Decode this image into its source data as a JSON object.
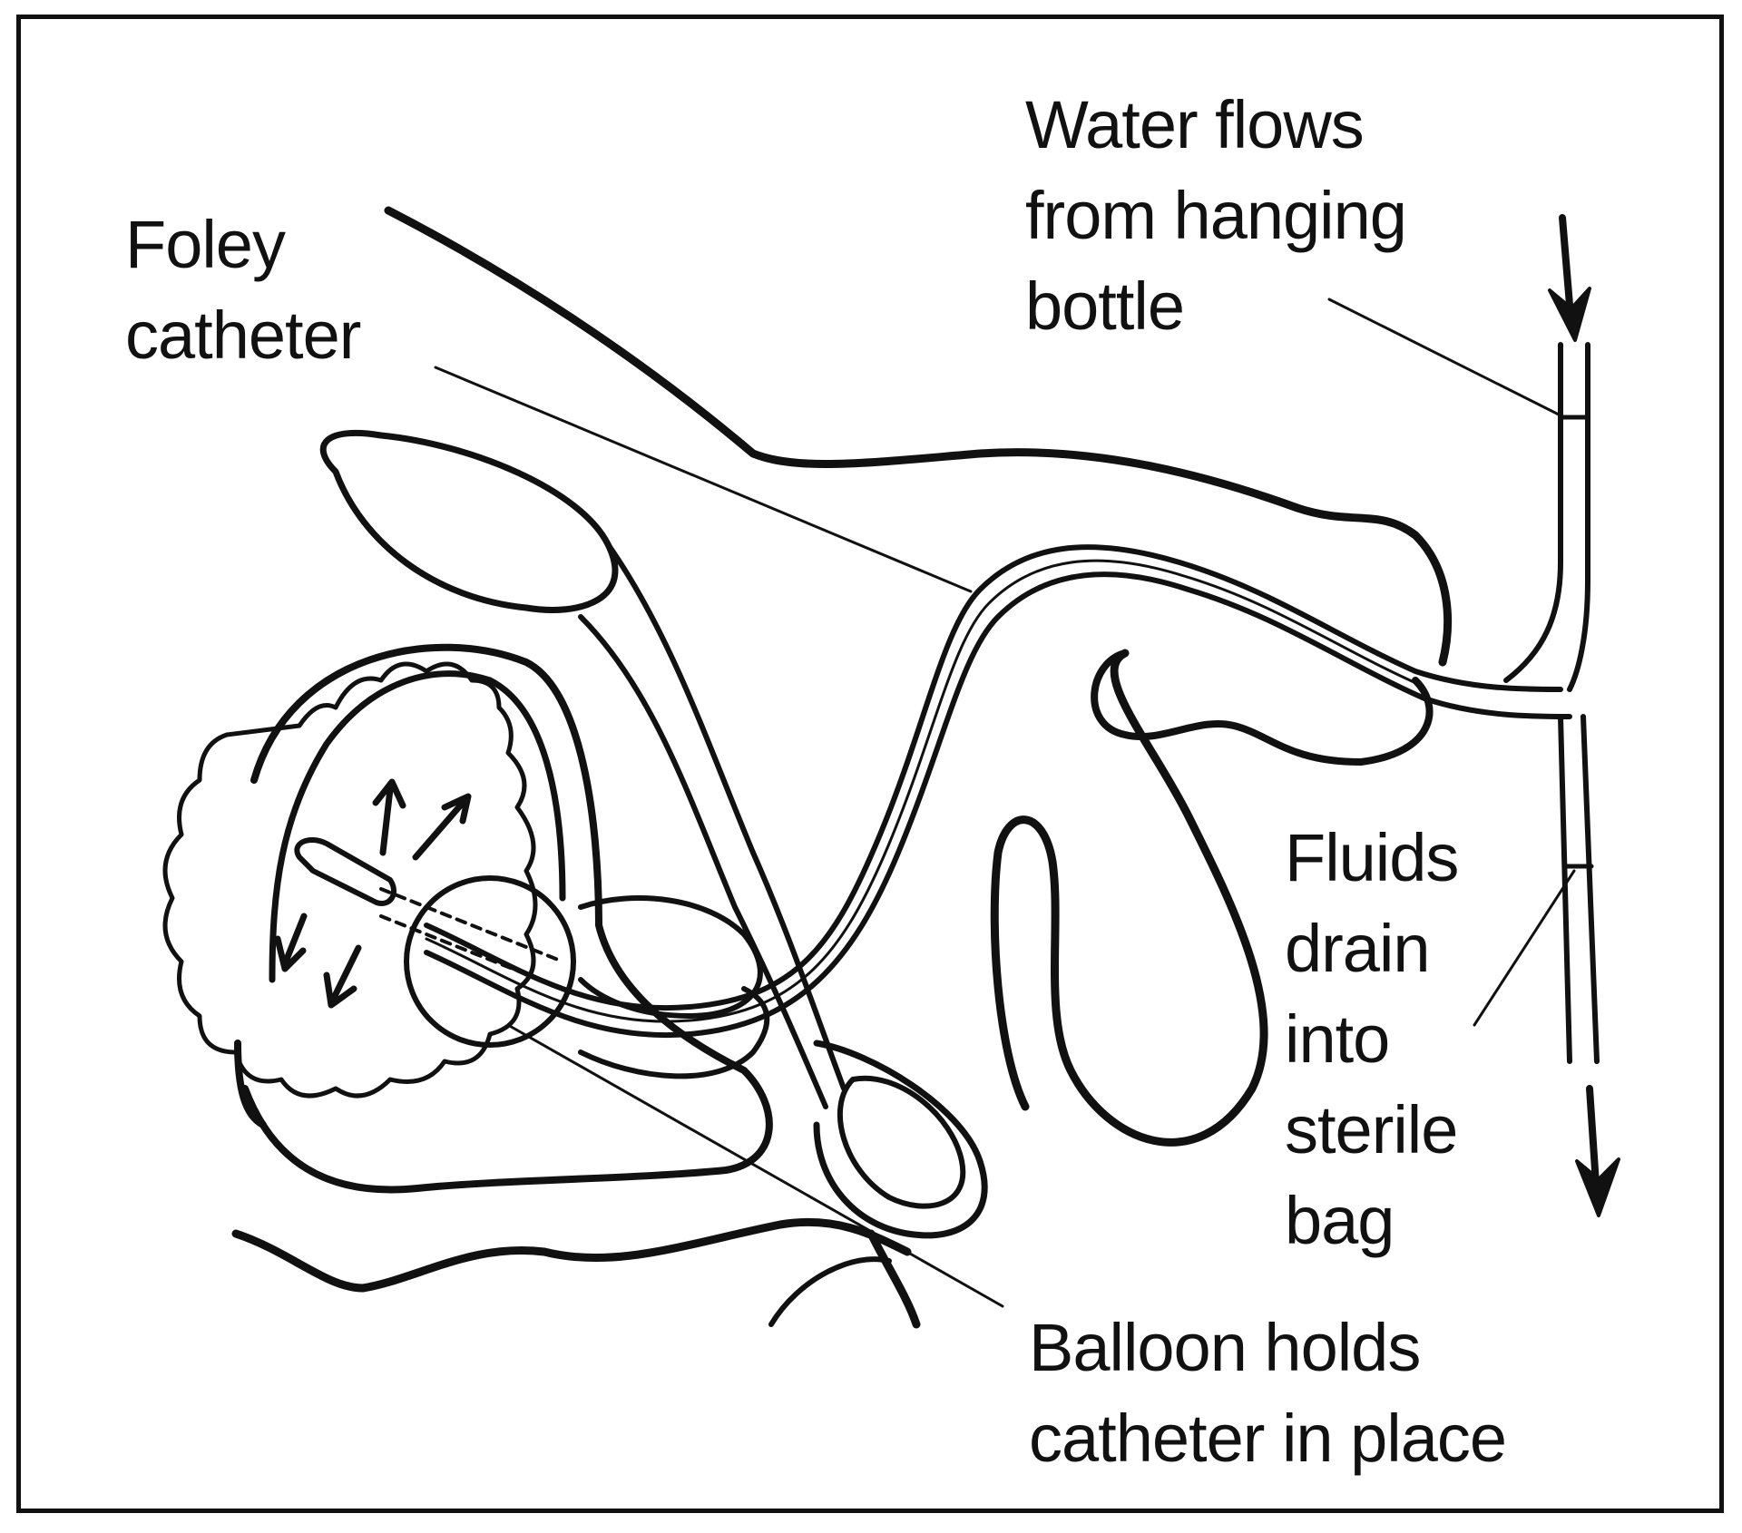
{
  "diagram": {
    "labels": {
      "water": [
        "Water flows",
        "from hanging",
        "bottle"
      ],
      "foley": [
        "Foley",
        "catheter"
      ],
      "fluids": [
        "Fluids",
        "drain",
        "into",
        "sterile",
        "bag"
      ],
      "balloon": [
        "Balloon holds",
        "catheter in place"
      ]
    },
    "colors": {
      "ink": "#111111",
      "background": "#ffffff"
    }
  }
}
